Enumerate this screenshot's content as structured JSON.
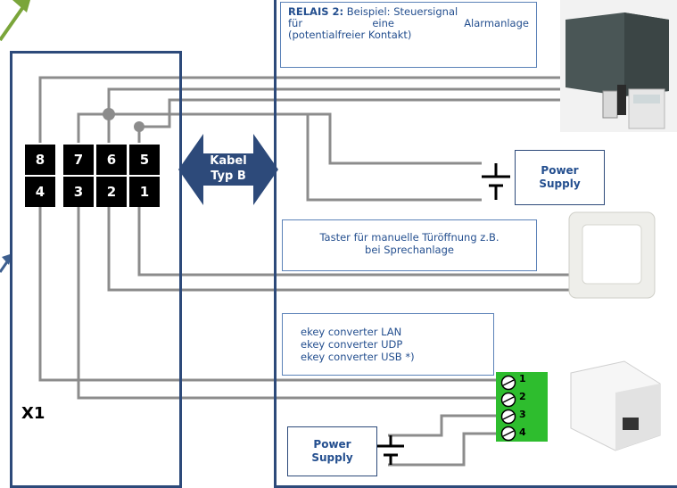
{
  "connector": {
    "label": "X1",
    "pins_top": [
      "8",
      "7",
      "6",
      "5"
    ],
    "pins_bottom": [
      "4",
      "3",
      "2",
      "1"
    ]
  },
  "cable": {
    "line1": "Kabel",
    "line2": "Typ B"
  },
  "relay_note": {
    "title": "RELAIS 2:",
    "line1_rest": "Beispiel: Steuersignal",
    "line2_words": [
      "für",
      "eine",
      "Alarmanlage"
    ],
    "line3": "(potentialfreier Kontakt)"
  },
  "power_supply_top": {
    "line1": "Power",
    "line2": "Supply"
  },
  "button_note": {
    "line1": "Taster für manuelle Türöffnung z.B.",
    "line2": "bei Sprechanlage"
  },
  "converter_note": {
    "lines": [
      "ekey converter LAN",
      "ekey converter UDP",
      "ekey converter USB *)"
    ]
  },
  "terminal": {
    "pins": [
      "1",
      "2",
      "3",
      "4"
    ]
  },
  "power_supply_bottom": {
    "line1": "Power",
    "line2": "Supply"
  },
  "colors": {
    "frame": "#2d4a7a",
    "wire": "#8c8c8c",
    "terminal_green": "#2ebd2e",
    "arrow": "#2d4a7a",
    "note_text": "#244f8f"
  }
}
